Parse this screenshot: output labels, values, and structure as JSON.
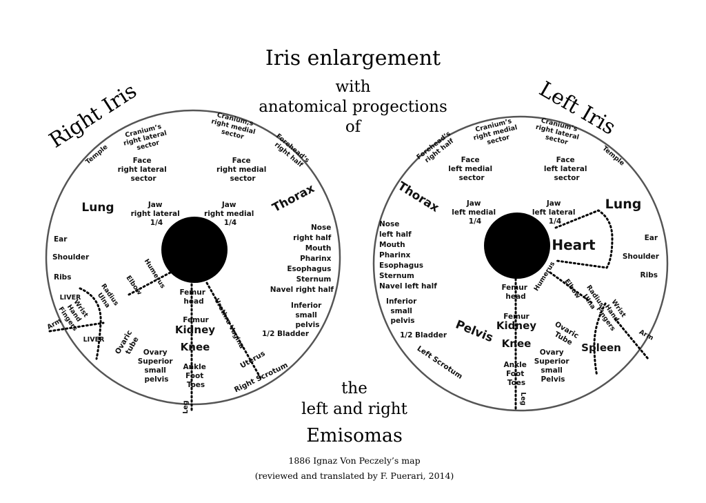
{
  "title": {
    "line1": "Iris enlargement",
    "line2": "with",
    "line3": "anatomical progections",
    "line4": "of",
    "line5": "the",
    "line6": "left and right",
    "line7": "Emisomas"
  },
  "caption": {
    "line1": "1886 Ignaz Von Peczely’s map",
    "line2": "(reviewed and translated by F. Puerari, 2014)"
  },
  "right_iris": {
    "heading": "Right Iris",
    "labels": {
      "cranium_lateral_1": "Cranium’s",
      "cranium_lateral_2": "right lateral",
      "cranium_lateral_3": "sector",
      "cranium_medial_1": "Cranium,s",
      "cranium_medial_2": "right medial",
      "cranium_medial_3": "sector",
      "forehead_1": "Forehead’s",
      "forehead_2": "right half",
      "temple": "Temple",
      "face_lateral_1": "Face",
      "face_lateral_2": "right lateral",
      "face_lateral_3": "sector",
      "face_medial_1": "Face",
      "face_medial_2": "right medial",
      "face_medial_3": "sector",
      "thorax": "Thorax",
      "lung": "Lung",
      "jaw_lateral_1": "Jaw",
      "jaw_lateral_2": "right lateral",
      "jaw_lateral_3": "1/4",
      "jaw_medial_1": "Jaw",
      "jaw_medial_2": "right medial",
      "jaw_medial_3": "1/4",
      "nose_1": "Nose",
      "nose_2": "right half",
      "mouth": "Mouth",
      "pharinx": "Pharinx",
      "esophagus": "Esophagus",
      "sternum": "Sternum",
      "navel": "Navel right half",
      "ear": "Ear",
      "shoulder": "Shoulder",
      "ribs": "Ribs",
      "humerus": "Humerus",
      "elbow": "Elbow",
      "radius": "Radius",
      "ulna": "Ulna",
      "liver_top": "LIVER",
      "wrist": "Wrist",
      "hand": "Hand",
      "fingers": "Fingers",
      "arm": "Arm",
      "liver_bottom": "LIVER",
      "femur_head_1": "Femur",
      "femur_head_2": "head",
      "urethra_vagina": "Urethra Vagina",
      "inferior_1": "Inferior",
      "inferior_2": "small",
      "inferior_3": "pelvis",
      "bladder": "1/2 Bladder",
      "femur": "Femur",
      "kidney": "Kidney",
      "knee": "Knee",
      "ovaric_1": "Ovaric",
      "ovaric_2": "tube",
      "ovary_1": "Ovary",
      "ovary_2": "Superior",
      "ovary_3": "small",
      "ovary_4": "pelvis",
      "ankle_1": "Ankle",
      "ankle_2": "Foot",
      "ankle_3": "Toes",
      "uterus": "Uterus",
      "right_scrotum": "Right Scrotum",
      "leg": "Leg"
    }
  },
  "left_iris": {
    "heading": "Left Iris",
    "labels": {
      "forehead_1": "Forehead’s",
      "forehead_2": "right half",
      "cranium_medial_1": "Cranium’s",
      "cranium_medial_2": "right medial",
      "cranium_medial_3": "sector",
      "cranium_lateral_1": "Cranium’s",
      "cranium_lateral_2": "right lateral",
      "cranium_lateral_3": "sector",
      "temple": "Temple",
      "face_medial_1": "Face",
      "face_medial_2": "left medial",
      "face_medial_3": "sector",
      "face_lateral_1": "Face",
      "face_lateral_2": "left lateral",
      "face_lateral_3": "sector",
      "thorax": "Thorax",
      "lung": "Lung",
      "jaw_medial_1": "Jaw",
      "jaw_medial_2": "left medial",
      "jaw_medial_3": "1/4",
      "jaw_lateral_1": "Jaw",
      "jaw_lateral_2": "left lateral",
      "jaw_lateral_3": "1/4",
      "heart": "Heart",
      "nose_1": "Nose",
      "nose_2": "left half",
      "mouth": "Mouth",
      "pharinx": "Pharinx",
      "esophagus": "Esophagus",
      "sternum": "Sternum",
      "navel": "Navel left half",
      "ear": "Ear",
      "shoulder": "Shoulder",
      "ribs": "Ribs",
      "humerus": "Humerus",
      "elbow": "Elbow",
      "radius": "Radius",
      "ulna": "Ulna",
      "wrist": "Wrist",
      "hand": "Hand",
      "fingers": "Fingers",
      "arm": "Arm",
      "inferior_1": "Inferior",
      "inferior_2": "small",
      "inferior_3": "pelvis",
      "bladder": "1/2 Bladder",
      "pelvis": "Pelvis",
      "femur_head_1": "Femur",
      "femur_head_2": "head",
      "femur": "Femur",
      "kidney": "Kidney",
      "knee": "Knee",
      "ovaric_1": "Ovaric",
      "ovaric_2": "Tube",
      "spleen": "Spleen",
      "ovary_1": "Ovary",
      "ovary_2": "Superior",
      "ovary_3": "small",
      "ovary_4": "Pelvis",
      "ankle_1": "Ankle",
      "ankle_2": "Foot",
      "ankle_3": "Toes",
      "left_scrotum": "Left Scrotum",
      "leg": "Leg"
    }
  }
}
